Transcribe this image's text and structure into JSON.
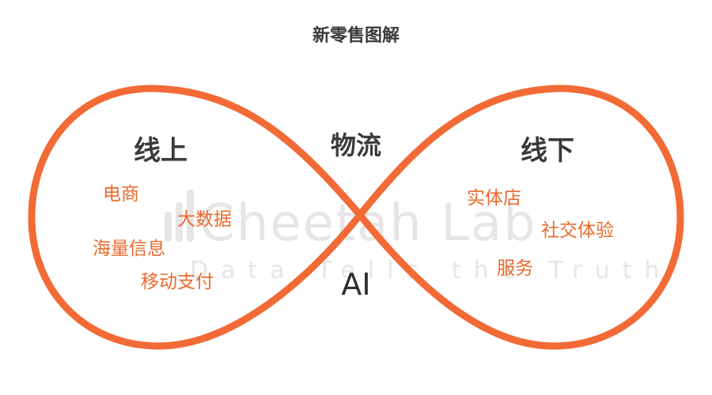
{
  "title": "新零售图解",
  "colors": {
    "loop": "#f26a35",
    "item_text": "#ea6a2e",
    "label_text": "#3a3a3a",
    "watermark": "#e6e6e6"
  },
  "left_loop": {
    "heading": "线上",
    "items": [
      "电商",
      "大数据",
      "海量信息",
      "移动支付"
    ]
  },
  "right_loop": {
    "heading": "线下",
    "items": [
      "实体店",
      "社交体验",
      "服务"
    ]
  },
  "center": {
    "top_label": "物流",
    "bottom_label": "AI"
  },
  "watermark": {
    "icon": "bar-chart-icon",
    "main": "Cheetah Lab",
    "sub": "Data Tells the Truth"
  }
}
